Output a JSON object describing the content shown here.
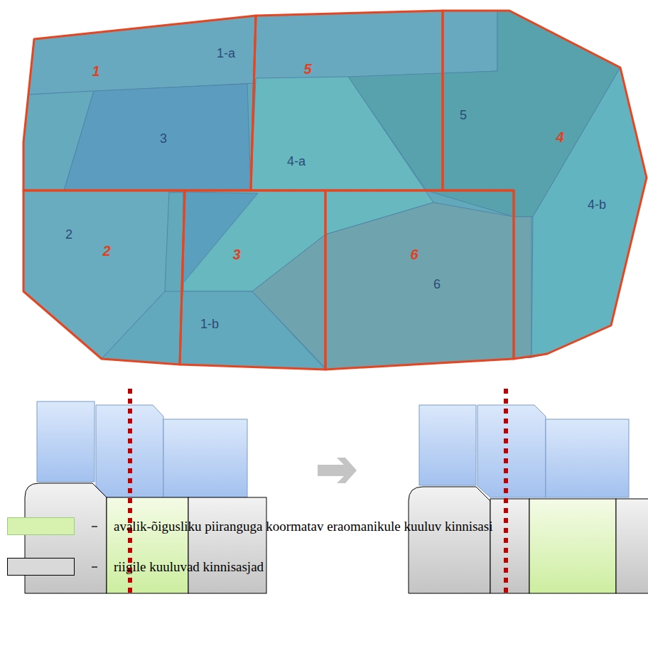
{
  "diagram": {
    "labels": [
      "1-a",
      "1",
      "5",
      "3",
      "5",
      "4",
      "4-a",
      "4-b",
      "2",
      "2",
      "3",
      "6",
      "6",
      "1-b"
    ],
    "legend": [
      {
        "text": "avalik-õigusliku piiranguga koormatav eraomanikule kuuluv kinnisasi",
        "color": "#d6f2ae"
      },
      {
        "text": "riigile kuuluvad kinnisasjad",
        "color": "#d9d9d9"
      }
    ]
  }
}
